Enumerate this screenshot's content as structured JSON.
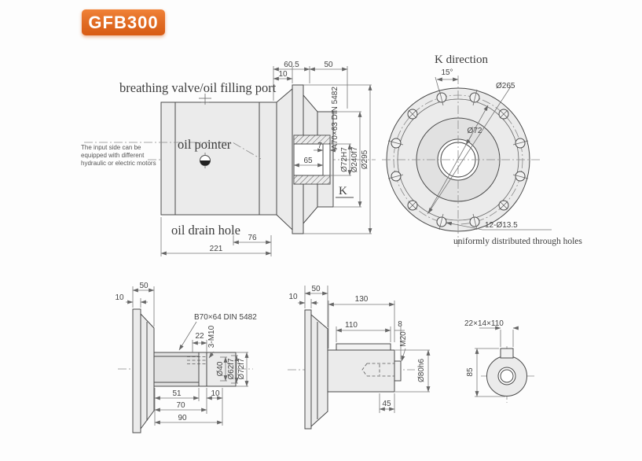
{
  "badge": {
    "label": "GFB300",
    "color": "#e06a22"
  },
  "main_view": {
    "labels": {
      "breathing_port": "breathing valve/oil filling port",
      "oil_pointer": "oil pointer",
      "oil_drain": "oil drain hole",
      "note1": "The input side can be",
      "note2": "equipped with different",
      "note3": "hydraulic or electric motors",
      "view_mark": "K"
    },
    "dims": {
      "d605": "60.5",
      "d50": "50",
      "d10": "10",
      "d7": "7",
      "d65": "65",
      "d76": "76",
      "d221": "221",
      "spline": "A70×63 DIN 5482",
      "bore": "Ø72H7",
      "pilot": "Ø240f7",
      "flange": "Ø295"
    }
  },
  "k_view": {
    "title": "K direction",
    "angle": "15°",
    "bolt_circle": "Ø265",
    "bore": "Ø72",
    "holes": "12-Ø13.5",
    "holes_note": "uniformly distributed through holes"
  },
  "spline_shaft": {
    "dims": {
      "d50": "50",
      "d10": "10",
      "spline": "B70×64 DIN 5482",
      "d22": "22",
      "tap": "3-M10",
      "d40": "Ø40",
      "d62": "Ø62f7",
      "d72": "Ø72f7",
      "d51": "51",
      "d10b": "10",
      "d70": "70",
      "d90": "90"
    }
  },
  "keyed_shaft": {
    "dims": {
      "d50": "50",
      "d10": "10",
      "d130": "130",
      "d110": "110",
      "d8": "8",
      "tap": "M20",
      "shaft": "Ø80h6",
      "d45": "45"
    }
  },
  "key_section": {
    "key_spec": "22×14×110",
    "d85": "85"
  }
}
